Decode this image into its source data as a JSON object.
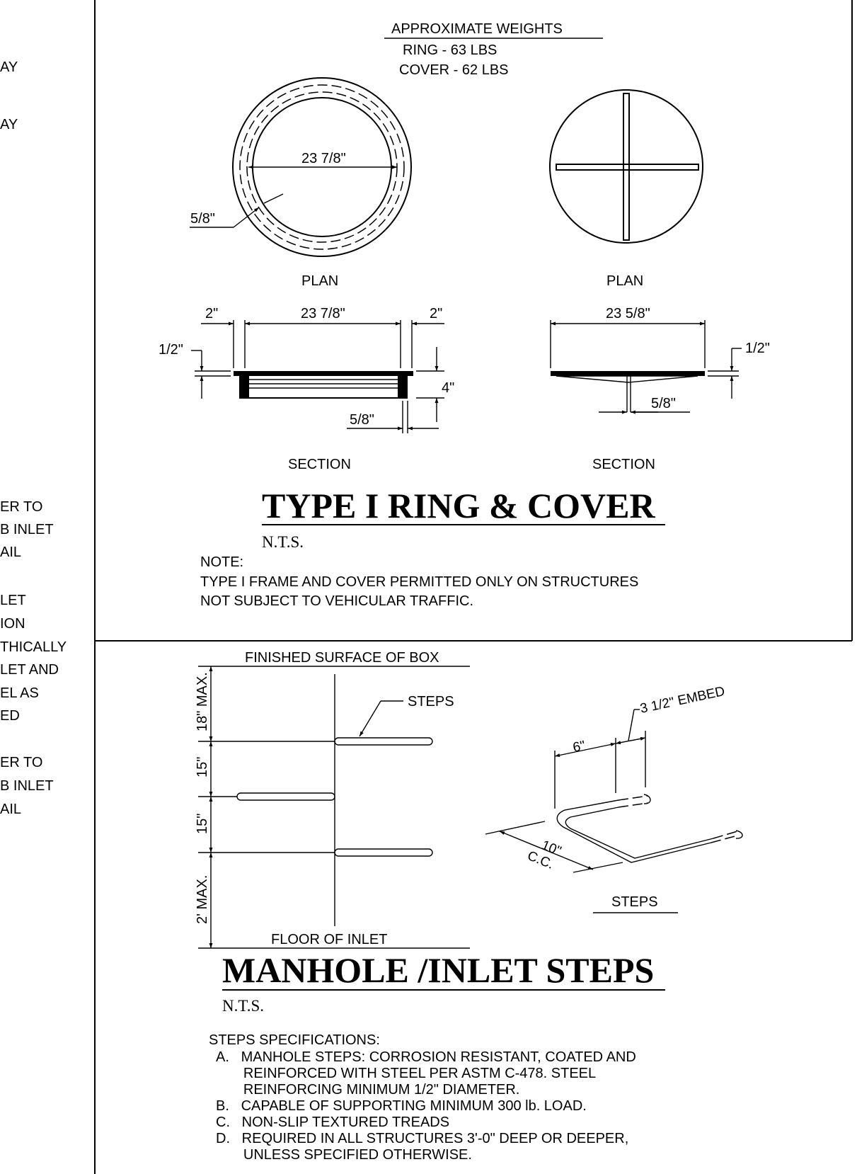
{
  "left_partial_notes": [
    "AY",
    "AY",
    "ER TO",
    "B INLET",
    "AIL",
    "LET",
    "ION",
    "THICALLY",
    "LET AND",
    "EL AS",
    "ED",
    "ER TO",
    "B INLET",
    "AIL"
  ],
  "ring_cover": {
    "weights_title": "APPROXIMATE WEIGHTS",
    "ring_weight": "RING   - 63 LBS",
    "cover_weight": "COVER  - 62 LBS",
    "ring_plan": {
      "diameter": "23 7/8\"",
      "lip": "5/8\"",
      "label": "PLAN"
    },
    "cover_plan": {
      "label": "PLAN"
    },
    "ring_section": {
      "left_width": "2\"",
      "diameter": "23 7/8\"",
      "right_width": "2\"",
      "lip_thickness": "1/2\"",
      "height": "4\"",
      "wall": "5/8\"",
      "label": "SECTION"
    },
    "cover_section": {
      "diameter": "23 5/8\"",
      "thickness": "1/2\"",
      "rib": "5/8\"",
      "label": "SECTION"
    },
    "title": "TYPE I RING & COVER",
    "scale": "N.T.S.",
    "note_label": "NOTE:",
    "note_lines": [
      "TYPE I FRAME AND COVER PERMITTED ONLY ON STRUCTURES",
      "NOT SUBJECT TO VEHICULAR TRAFFIC."
    ]
  },
  "steps": {
    "finished_surface": "FINISHED SURFACE OF BOX",
    "steps_callout": "STEPS",
    "dim_top": "18\" MAX.",
    "dim_mid1": "15\"",
    "dim_mid2": "15\"",
    "dim_bottom": "2' MAX.",
    "floor": "FLOOR OF INLET",
    "iso_embed": "3 1/2\"  EMBED",
    "iso_width": "6\"",
    "iso_spacing": "10\"",
    "iso_cc": "C.C.",
    "iso_label": "STEPS",
    "title": "MANHOLE /INLET STEPS",
    "scale": "N.T.S.",
    "spec_title": "STEPS SPECIFICATIONS:",
    "specs": [
      "A.   MANHOLE STEPS: CORROSION RESISTANT, COATED AND",
      "       REINFORCED WITH STEEL PER ASTM C-478. STEEL",
      "       REINFORCING MINIMUM 1/2\" DIAMETER.",
      "B.   CAPABLE OF SUPPORTING MINIMUM 300 lb. LOAD.",
      "C.   NON-SLIP TEXTURED TREADS",
      "D.   REQUIRED IN ALL STRUCTURES 3'-0\" DEEP OR DEEPER,",
      "       UNLESS SPECIFIED OTHERWISE."
    ]
  }
}
